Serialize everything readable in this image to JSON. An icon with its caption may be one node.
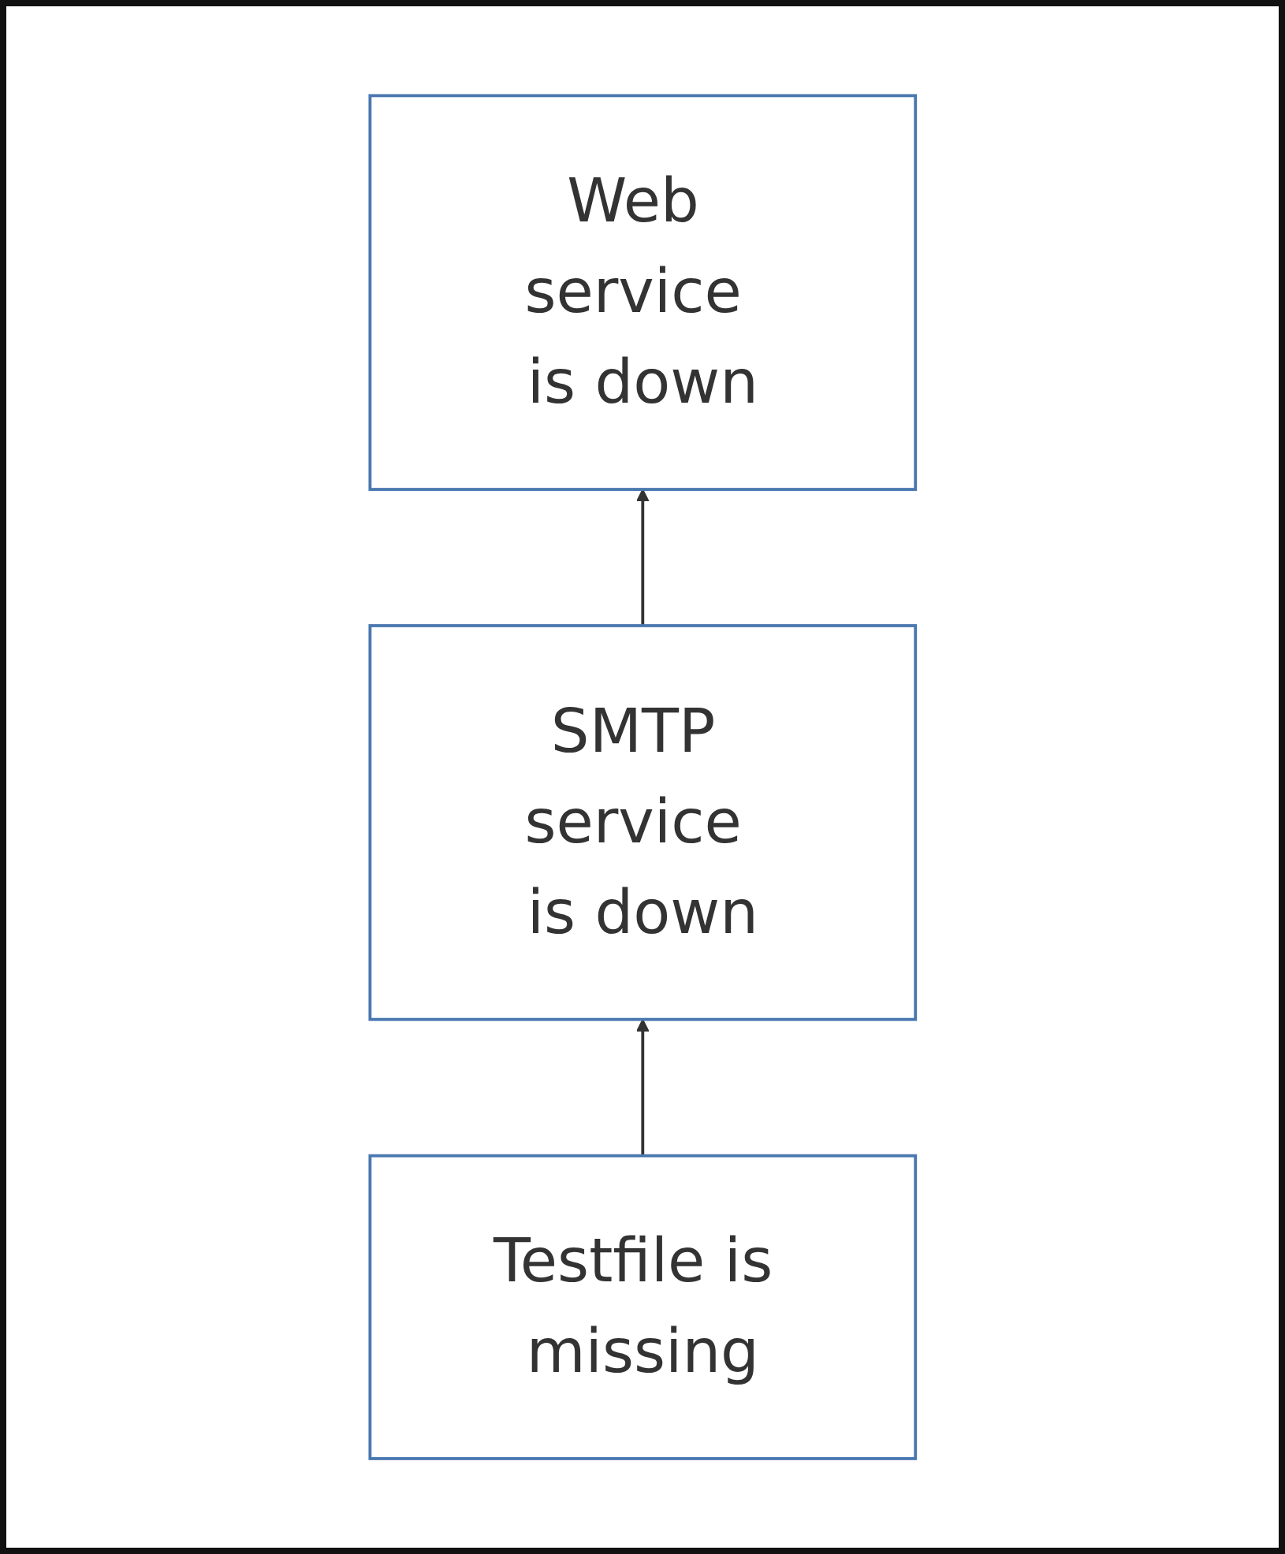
{
  "diagram": {
    "nodes": [
      {
        "text": [
          "Web service is down"
        ]
      },
      {
        "text": [
          "SMTP service is down"
        ]
      },
      {
        "text": [
          "Testfile is missing"
        ]
      }
    ],
    "edges": [
      {
        "from": 1,
        "to": 0,
        "arrow": "to"
      },
      {
        "from": 2,
        "to": 1,
        "arrow": "to"
      }
    ]
  }
}
